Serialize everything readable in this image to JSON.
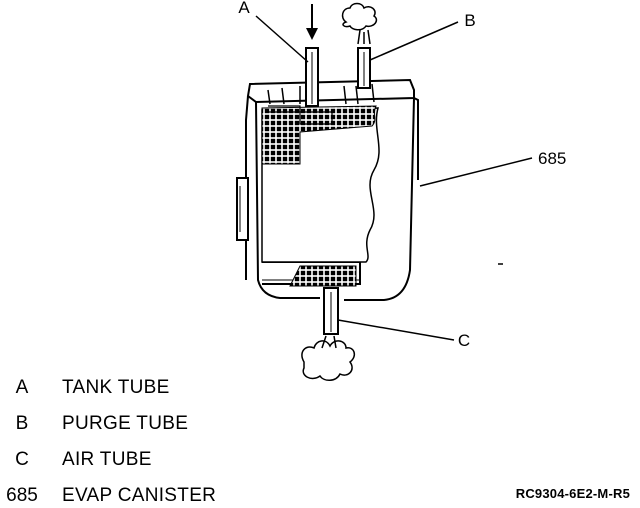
{
  "callouts": {
    "a": "A",
    "b": "B",
    "c": "C",
    "n685": "685"
  },
  "legend": [
    {
      "key": "A",
      "description": "TANK TUBE"
    },
    {
      "key": "B",
      "description": "PURGE TUBE"
    },
    {
      "key": "C",
      "description": "AIR TUBE"
    },
    {
      "key": "685",
      "description": "EVAP CANISTER"
    }
  ],
  "reference_code": "RC9304-6E2-M-R5"
}
